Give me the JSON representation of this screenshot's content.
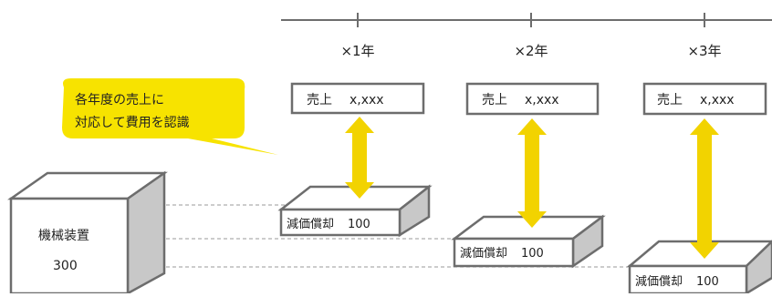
{
  "timeline": {
    "ticks": [
      "×1年",
      "×2年",
      "×3年"
    ]
  },
  "sales_boxes": [
    {
      "label": "売上",
      "value": "x,xxx"
    },
    {
      "label": "売上",
      "value": "x,xxx"
    },
    {
      "label": "売上",
      "value": "x,xxx"
    }
  ],
  "callout": {
    "line1": "各年度の売上に",
    "line2": "対応して費用を認識"
  },
  "asset": {
    "name": "機械装置",
    "value": "300"
  },
  "depreciation_boxes": [
    {
      "label": "減価償却",
      "value": "100"
    },
    {
      "label": "減価償却",
      "value": "100"
    },
    {
      "label": "減価償却",
      "value": "100"
    }
  ],
  "colors": {
    "arrow": "#f2d300",
    "callout_fill": "#f7e300",
    "line": "#6d6d6d",
    "box_side": "#c8c8c8",
    "box_top": "#ffffff",
    "dashed": "#9a9a9a"
  }
}
